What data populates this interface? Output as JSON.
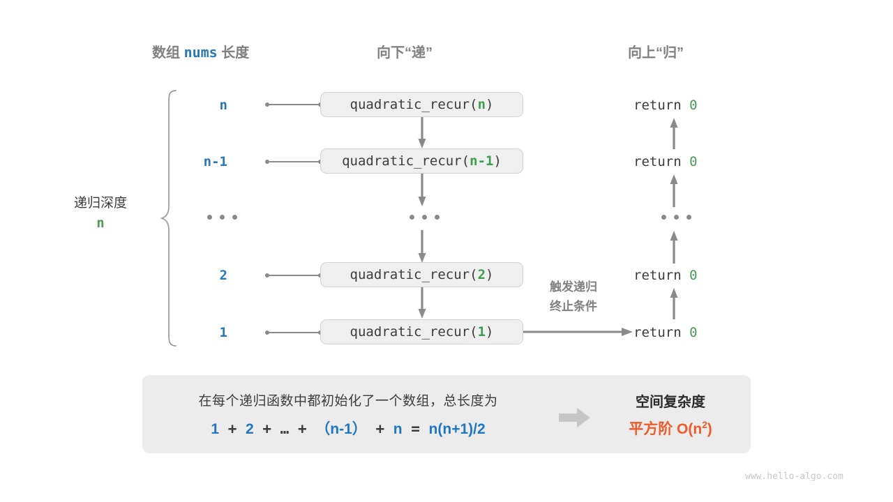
{
  "headers": {
    "left_pre": "数组",
    "left_code": "nums",
    "left_post": "长度",
    "middle": "向下“递”",
    "right": "向上“归”"
  },
  "depth": {
    "label": "递归深度",
    "value": "n"
  },
  "rows": [
    {
      "depth": "n",
      "call_prefix": "quadratic_recur(",
      "call_arg": "n",
      "call_suffix": ")",
      "ret_text": "return",
      "ret_value": "0"
    },
    {
      "depth": "n-1",
      "call_prefix": "quadratic_recur(",
      "call_arg": "n-1",
      "call_suffix": ")",
      "ret_text": "return",
      "ret_value": "0"
    },
    {
      "depth": "...",
      "call_prefix": "",
      "call_arg": "",
      "call_suffix": "",
      "ret_text": "",
      "ret_value": ""
    },
    {
      "depth": "2",
      "call_prefix": "quadratic_recur(",
      "call_arg": "2",
      "call_suffix": ")",
      "ret_text": "return",
      "ret_value": "0"
    },
    {
      "depth": "1",
      "call_prefix": "quadratic_recur(",
      "call_arg": "1",
      "call_suffix": ")",
      "ret_text": "return",
      "ret_value": "0"
    }
  ],
  "trigger_note": {
    "line1": "触发递归",
    "line2": "终止条件"
  },
  "summary": {
    "line1": "在每个递归函数中都初始化了一个数组，总长度为",
    "formula": {
      "t1": "1",
      "op1": "+",
      "t2": "2",
      "op2": "+",
      "t3": "…",
      "op3": "+",
      "t4": "（n-1）",
      "op4": "+",
      "t5": "n",
      "op5": "=",
      "t6": "n(n+1)/2"
    },
    "right_title": "空间复杂度",
    "right_value_prefix": "平方阶",
    "right_value_big": "O(n",
    "right_value_sup": "2",
    "right_value_close": ")"
  },
  "watermark": "www.hello-algo.com",
  "colors": {
    "blue": "#2878b5",
    "green": "#4a9a55",
    "orange": "#f05a28",
    "gray": "#8a8a8a",
    "panel": "#ececec",
    "box": "#efefef"
  }
}
